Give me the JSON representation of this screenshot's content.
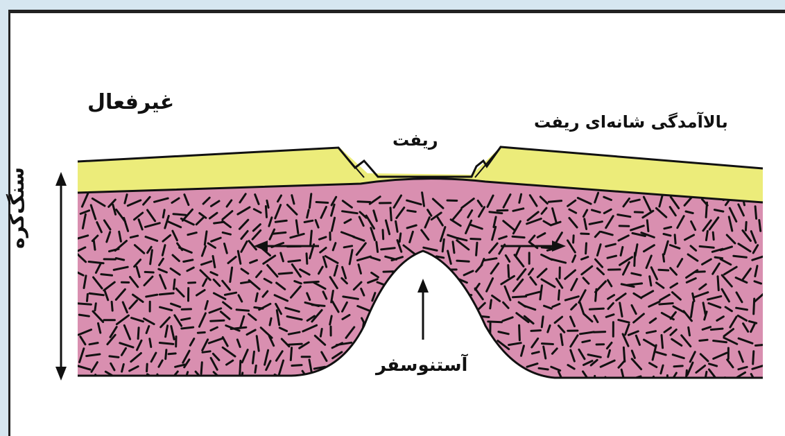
{
  "labels": {
    "inactive": "غیرفعال",
    "shoulder_uplift": "بالاآمدگی شانه‌ای ریفت",
    "rift": "ریفت",
    "asthenosphere": "آستنوسفر",
    "lithosphere": "سنگ‌کره"
  },
  "colors": {
    "crust_yellow": "#ecec7a",
    "lithosphere_pink": "#d98fb0",
    "line": "#111111",
    "frame_bg": "#d6e6f0"
  }
}
